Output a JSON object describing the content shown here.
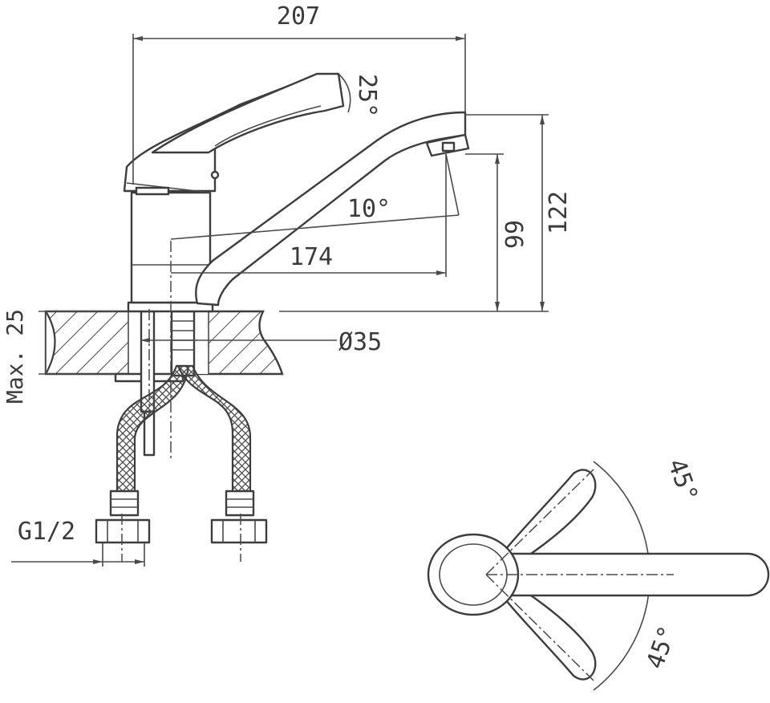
{
  "dimensions": {
    "overall_width": "207",
    "lever_angle": "25°",
    "spout_tilt": "10°",
    "spout_reach": "174",
    "spout_height": "99",
    "overall_height": "122",
    "mount_diameter": "Ø35",
    "max_counter_thickness": "Max. 25",
    "hose_thread": "G1/2",
    "lever_rotation_upper": "45°",
    "lever_rotation_lower": "45°"
  },
  "colors": {
    "stroke": "#3d3d3d",
    "background": "#ffffff"
  }
}
